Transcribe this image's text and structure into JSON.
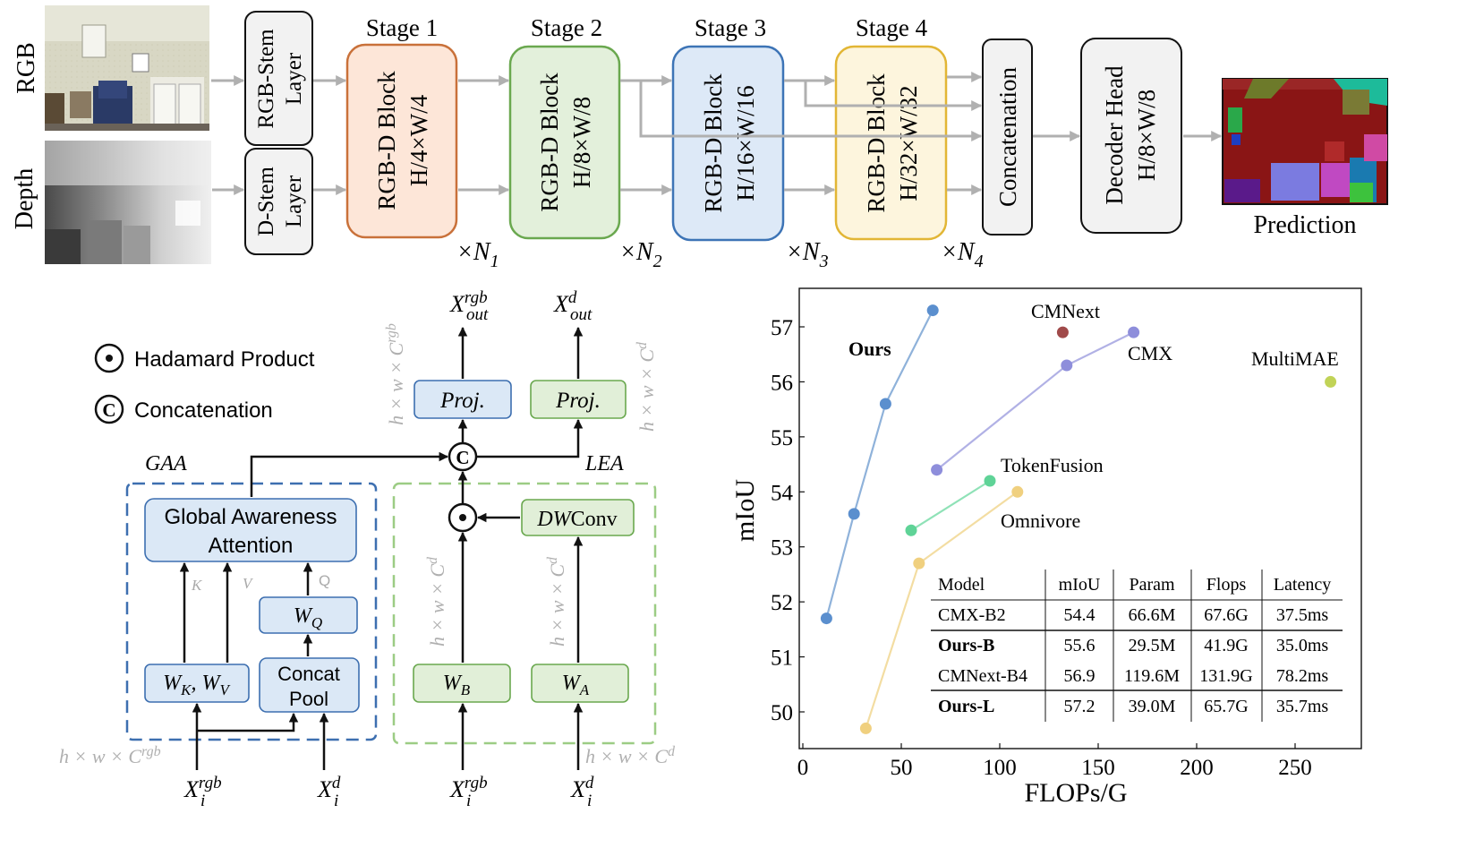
{
  "pipeline": {
    "inputs": {
      "rgb": "RGB",
      "depth": "Depth"
    },
    "stems": {
      "rgb": {
        "line1": "RGB-Stem",
        "line2": "Layer"
      },
      "depth": {
        "line1": "D-Stem",
        "line2": "Layer"
      }
    },
    "stages": [
      {
        "title": "Stage 1",
        "block": "RGB-D Block",
        "size": "H/4×W/4",
        "repeat": "×N",
        "repeat_sub": "1",
        "fill": "#fde6d8",
        "stroke": "#c9713a"
      },
      {
        "title": "Stage 2",
        "block": "RGB-D Block",
        "size": "H/8×W/8",
        "repeat": "×N",
        "repeat_sub": "2",
        "fill": "#e3f0db",
        "stroke": "#6aa84f"
      },
      {
        "title": "Stage 3",
        "block": "RGB-D Block",
        "size": "H/16×W/16",
        "repeat": "×N",
        "repeat_sub": "3",
        "fill": "#dde9f7",
        "stroke": "#3d74b6"
      },
      {
        "title": "Stage 4",
        "block": "RGB-D Block",
        "size": "H/32×W/32",
        "repeat": "×N",
        "repeat_sub": "4",
        "fill": "#fdf5dd",
        "stroke": "#e2b635"
      }
    ],
    "concat": "Concatenation",
    "decoder": {
      "line1": "Decoder Head",
      "line2": "H/8×W/8"
    },
    "prediction": "Prediction"
  },
  "block_detail": {
    "legend": {
      "hadamard": "Hadamard Product",
      "concat": "Concatenation"
    },
    "gaa": {
      "label": "GAA",
      "attention": {
        "line1": "Global Awareness",
        "line2": "Attention"
      },
      "wq": {
        "main": "W",
        "sub": "Q"
      },
      "wkv": {
        "a": "W",
        "a_sub": "K",
        "sep": ", ",
        "b": "W",
        "b_sub": "V"
      },
      "concat_pool": {
        "line1": "Concat",
        "line2": "Pool"
      },
      "k": "K",
      "v": "V",
      "q": "Q"
    },
    "lea": {
      "label": "LEA",
      "dwconv_italic": "DW",
      "dwconv_rest": "Conv",
      "wb": {
        "main": "W",
        "sub": "B"
      },
      "wa": {
        "main": "W",
        "sub": "A"
      }
    },
    "proj": "Proj.",
    "outputs": {
      "rgb": {
        "main": "X",
        "sup": "rgb",
        "sub": "out"
      },
      "d": {
        "main": "X",
        "sup": "d",
        "sub": "out"
      }
    },
    "inputs": {
      "gaa_rgb": {
        "main": "X",
        "sup": "rgb",
        "sub": "i"
      },
      "gaa_d": {
        "main": "X",
        "sup": "d",
        "sub": "i"
      },
      "lea_rgb": {
        "main": "X",
        "sup": "rgb",
        "sub": "i"
      },
      "lea_d": {
        "main": "X",
        "sup": "d",
        "sub": "i"
      }
    },
    "shapes": {
      "rgb_vertical": {
        "base": "h × w × C",
        "sup": "rgb"
      },
      "d_vertical": {
        "base": "h × w × C",
        "sup": "d"
      },
      "cd_b": {
        "base": "h × w × C",
        "sup": "d"
      },
      "cd_a": {
        "base": "h × w × C",
        "sup": "d"
      },
      "crgb_bottom": {
        "base": "h × w × C",
        "sup": "rgb"
      },
      "cd_bottom": {
        "base": "h × w × C",
        "sup": "d"
      }
    }
  },
  "chart_data": {
    "type": "scatter",
    "xlabel": "FLOPs/G",
    "ylabel": "mIoU",
    "xlim": [
      0,
      280
    ],
    "ylim": [
      49.5,
      57.7
    ],
    "xticks": [
      0,
      50,
      100,
      150,
      200,
      250
    ],
    "yticks": [
      50,
      51,
      52,
      53,
      54,
      55,
      56,
      57
    ],
    "series": [
      {
        "name": "Ours",
        "color": "#5b8fce",
        "line": "#8fb2da",
        "bold": true,
        "points": [
          [
            12,
            51.7
          ],
          [
            26,
            53.6
          ],
          [
            42,
            55.6
          ],
          [
            66,
            57.3
          ]
        ]
      },
      {
        "name": "CMX",
        "color": "#8e8edb",
        "line": "#b1b1e5",
        "bold": false,
        "points": [
          [
            68,
            54.4
          ],
          [
            134,
            56.3
          ],
          [
            168,
            56.9
          ]
        ]
      },
      {
        "name": "CMNext",
        "color": "#a04a4a",
        "line": "",
        "bold": false,
        "points": [
          [
            132,
            56.9
          ]
        ]
      },
      {
        "name": "MultiMAE",
        "color": "#c1d357",
        "line": "",
        "bold": false,
        "points": [
          [
            268,
            56.0
          ]
        ]
      },
      {
        "name": "TokenFusion",
        "color": "#5fd397",
        "line": "#8fe2b7",
        "bold": false,
        "points": [
          [
            55,
            53.3
          ],
          [
            95,
            54.2
          ]
        ]
      },
      {
        "name": "Omnivore",
        "color": "#f0d07f",
        "line": "#f3dda2",
        "bold": false,
        "points": [
          [
            32,
            49.7
          ],
          [
            59,
            52.7
          ],
          [
            109,
            54.0
          ]
        ]
      }
    ],
    "table": {
      "headers": [
        "Model",
        "mIoU",
        "Param",
        "Flops",
        "Latency"
      ],
      "rows": [
        [
          "CMX-B2",
          "54.4",
          "66.6M",
          "67.6G",
          "37.5ms"
        ],
        [
          "Ours-B",
          "55.6",
          "29.5M",
          "41.9G",
          "35.0ms"
        ],
        [
          "CMNext-B4",
          "56.9",
          "119.6M",
          "131.9G",
          "78.2ms"
        ],
        [
          "Ours-L",
          "57.2",
          "39.0M",
          "65.7G",
          "35.7ms"
        ]
      ],
      "bold_rows": [
        1,
        3
      ]
    }
  }
}
